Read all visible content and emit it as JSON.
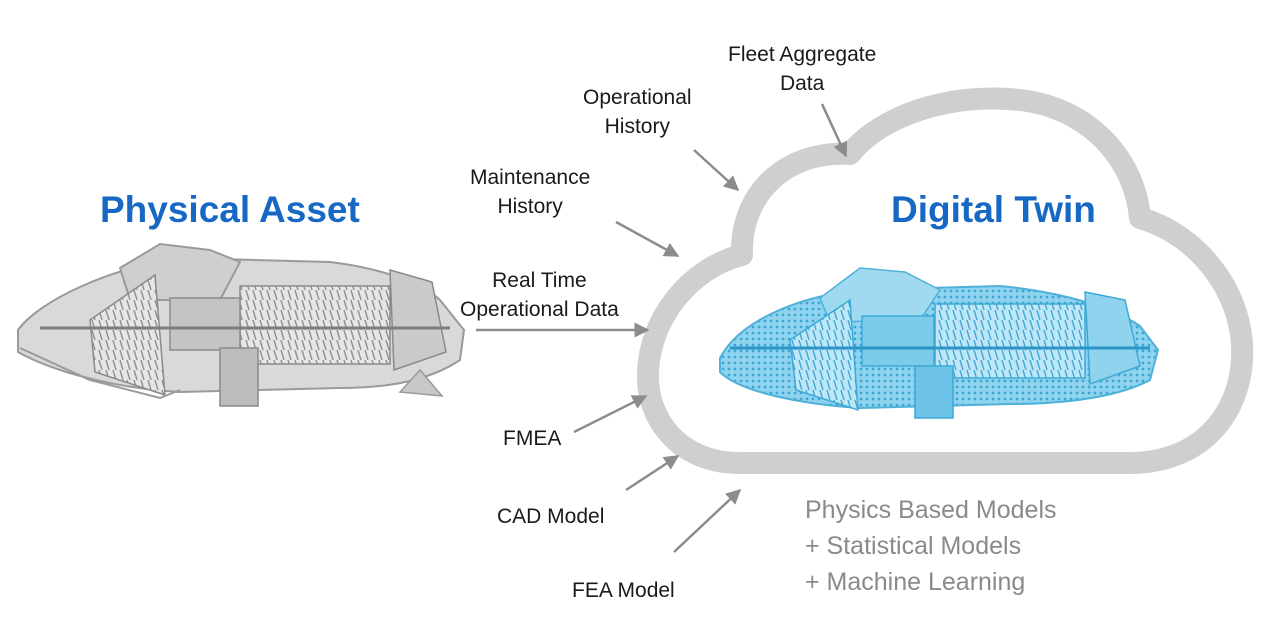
{
  "physical_asset": {
    "title": "Physical Asset"
  },
  "digital_twin": {
    "title": "Digital Twin"
  },
  "inputs": {
    "fleet_aggregate_data": [
      "Fleet Aggregate",
      "Data"
    ],
    "operational_history": [
      "Operational",
      "History"
    ],
    "maintenance_history": [
      "Maintenance",
      "History"
    ],
    "real_time_data": [
      "Real Time",
      "Operational Data"
    ],
    "fmea": "FMEA",
    "cad_model": "CAD Model",
    "fea_model": "FEA Model"
  },
  "models": [
    "Physics Based Models",
    "+ Statistical Models",
    "+ Machine Learning"
  ],
  "colors": {
    "title_blue": "#1668c4",
    "cloud_outline": "#cfcfcf",
    "twin_cyan": "#5bbde0",
    "engine_gray": "#9a9a9a",
    "arrow_gray": "#8c8c8c",
    "models_text": "#8a8a8a"
  }
}
